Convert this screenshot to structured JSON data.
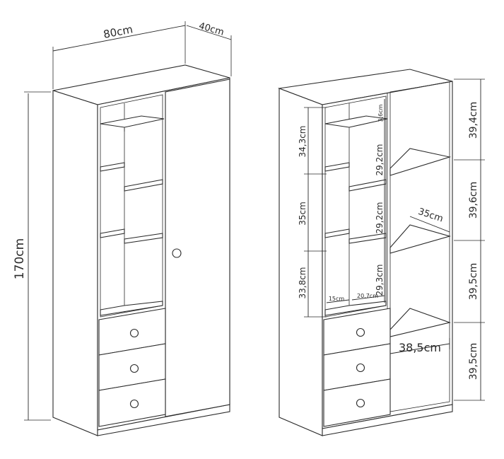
{
  "dimensions": {
    "width": "80cm",
    "depth": "40cm",
    "height": "170cm",
    "shelf_gap_top": "34,3cm",
    "shelf_gap_mid": "35cm",
    "shelf_gap_low": "33,8cm",
    "inner_col_top": "29,2cm",
    "inner_col_mid": "29,2cm",
    "inner_col_low": "29,3cm",
    "top_strip": "3,6cm",
    "narrow_width": "15cm",
    "inner_width": "20,7cm",
    "shelf_depth": "35cm",
    "comp_width": "38,5cm",
    "right_1": "39,4cm",
    "right_2": "39,6cm",
    "right_3": "39,5cm",
    "right_4": "39,5cm"
  },
  "colors": {
    "line": "#2a2a2a",
    "background": "#ffffff"
  }
}
